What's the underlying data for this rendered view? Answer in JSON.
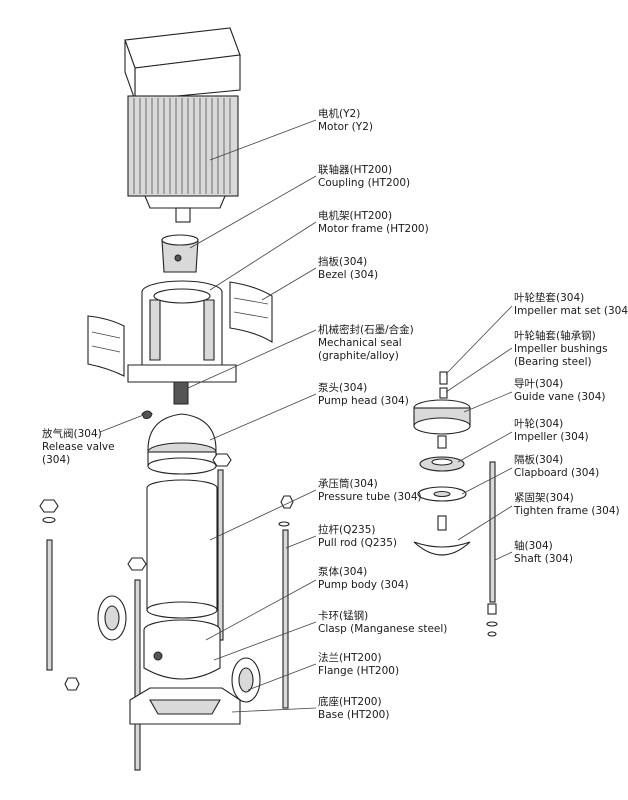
{
  "labels": {
    "motor": {
      "zh": "电机(Y2)",
      "en": "Motor (Y2)"
    },
    "coupling": {
      "zh": "联轴器(HT200)",
      "en": "Coupling (HT200)"
    },
    "motor_frame": {
      "zh": "电机架(HT200)",
      "en": "Motor frame (HT200)"
    },
    "bezel": {
      "zh": "挡板(304)",
      "en": "Bezel (304)"
    },
    "mech_seal": {
      "zh": "机械密封(石墨/合金)",
      "en": "Mechanical seal",
      "en2": "(graphite/alloy)"
    },
    "pump_head": {
      "zh": "泵头(304)",
      "en": "Pump head (304)"
    },
    "release_valve": {
      "zh": "放气阀(304)",
      "en": "Release valve",
      "en2": "(304)"
    },
    "pressure_tube": {
      "zh": "承压筒(304)",
      "en": "Pressure tube (304)"
    },
    "pull_rod": {
      "zh": "拉杆(Q235)",
      "en": "Pull rod (Q235)"
    },
    "pump_body": {
      "zh": "泵体(304)",
      "en": "Pump body (304)"
    },
    "clasp": {
      "zh": "卡环(锰钢)",
      "en": "Clasp (Manganese steel)"
    },
    "flange": {
      "zh": "法兰(HT200)",
      "en": "Flange (HT200)"
    },
    "base": {
      "zh": "底座(HT200)",
      "en": "Base (HT200)"
    },
    "impeller_mat": {
      "zh": "叶轮垫套(304)",
      "en": "Impeller mat set (304)"
    },
    "impeller_bushings": {
      "zh": "叶轮轴套(轴承钢)",
      "en": "Impeller bushings",
      "en2": "(Bearing steel)"
    },
    "guide_vane": {
      "zh": "导叶(304)",
      "en": "Guide vane (304)"
    },
    "impeller": {
      "zh": "叶轮(304)",
      "en": "Impeller (304)"
    },
    "clapboard": {
      "zh": "隔板(304)",
      "en": "Clapboard (304)"
    },
    "tighten_frame": {
      "zh": "紧固架(304)",
      "en": "Tighten frame (304)"
    },
    "shaft": {
      "zh": "轴(304)",
      "en": "Shaft (304)"
    }
  }
}
